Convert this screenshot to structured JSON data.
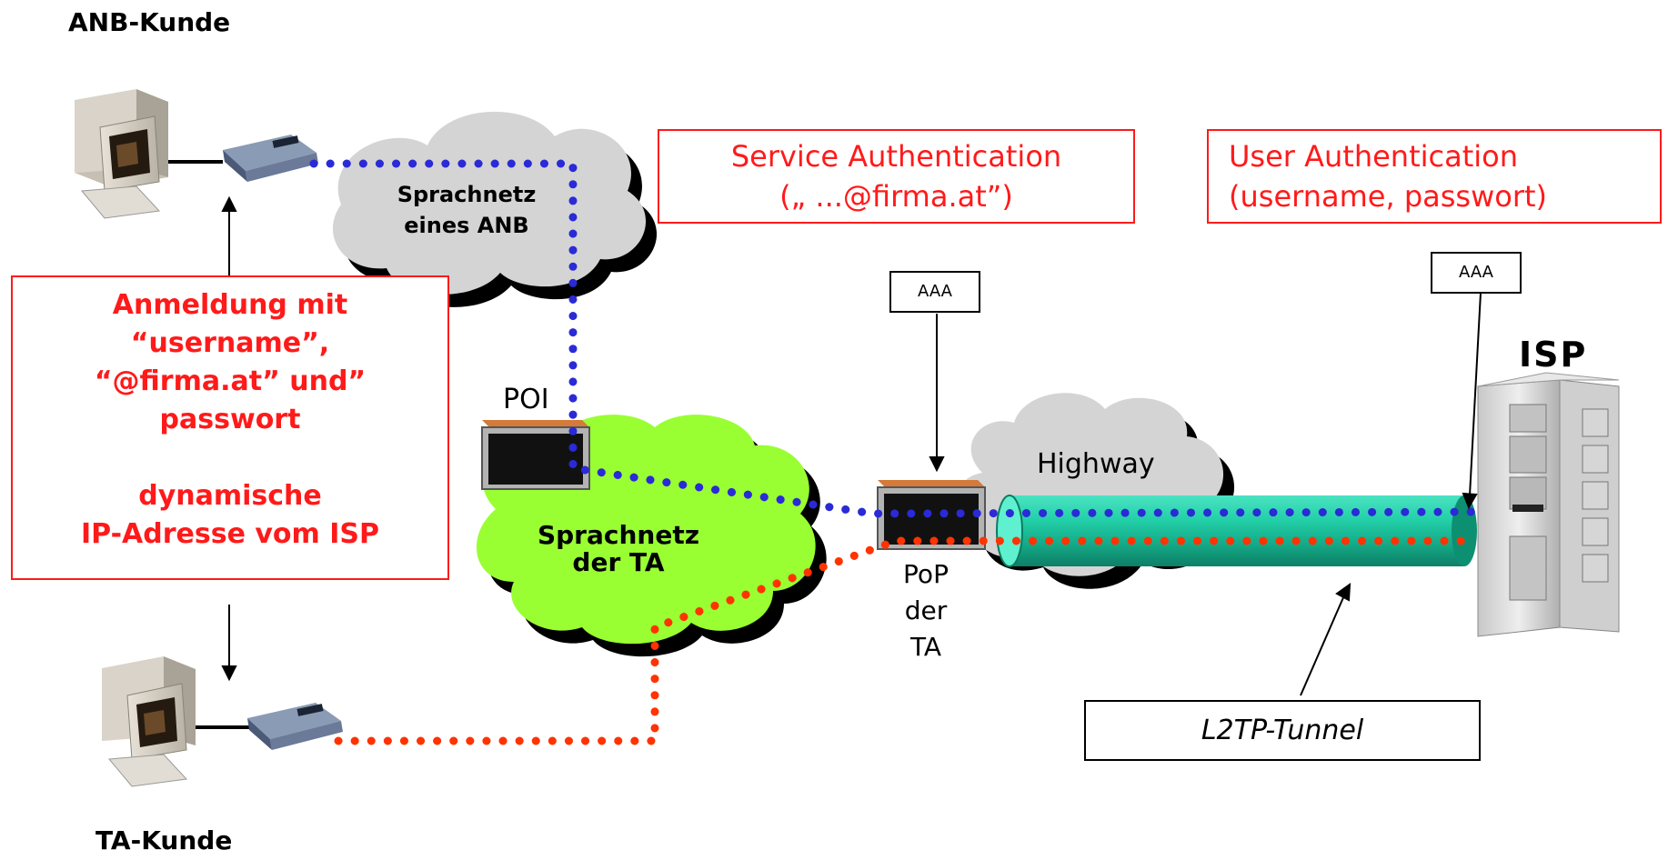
{
  "labels": {
    "anb_kunde": "ANB-Kunde",
    "ta_kunde": "TA-Kunde",
    "sprachnetz_anb": [
      "Sprachnetz",
      "eines ANB"
    ],
    "sprachnetz_ta": [
      "Sprachnetz",
      "der TA"
    ],
    "poi": "POI",
    "highway": "Highway",
    "pop": [
      "PoP",
      "der",
      "TA"
    ],
    "isp": "ISP",
    "aaa_pop": "AAA",
    "aaa_isp": "AAA",
    "l2tp": "L2TP-Tunnel"
  },
  "callouts": {
    "service_auth": [
      "Service Authentication",
      "(„ ...@firma.at”)"
    ],
    "user_auth": [
      "User Authentication",
      "(username, passwort)"
    ],
    "anmeldung": [
      "Anmeldung mit",
      "“username”,",
      "“@firma.at” und”",
      "passwort",
      "",
      "dynamische",
      "IP-Adresse vom ISP"
    ]
  },
  "colors": {
    "callout_text": "#ff1a1a",
    "blue_path": "#2a2ad6",
    "red_path": "#ff3300",
    "ta_cloud": "#99ff33",
    "gray_cloud": "#d4d4d4",
    "tunnel": "#1abf9a"
  }
}
